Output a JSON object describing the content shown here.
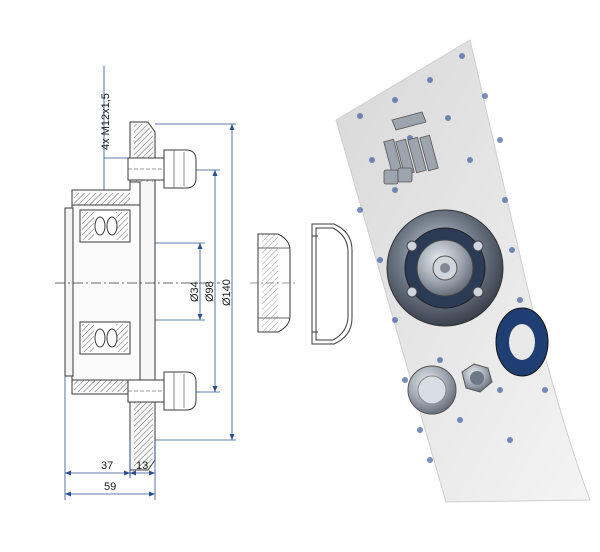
{
  "drawing": {
    "bolt_spec": "4x M12x1,5",
    "dia_bore": "Ø34",
    "dia_pilot": "Ø98",
    "dia_flange": "Ø140",
    "dim_hub_length": "37",
    "dim_flange_thickness": "13",
    "dim_overall_length": "59"
  },
  "colors": {
    "line": "#3a3a3a",
    "dimension": "#2c4f8f",
    "hatch": "#555555",
    "package_bg": "#ededed",
    "metal": "#a8b0bb",
    "seal_blue": "#1f3f73"
  }
}
